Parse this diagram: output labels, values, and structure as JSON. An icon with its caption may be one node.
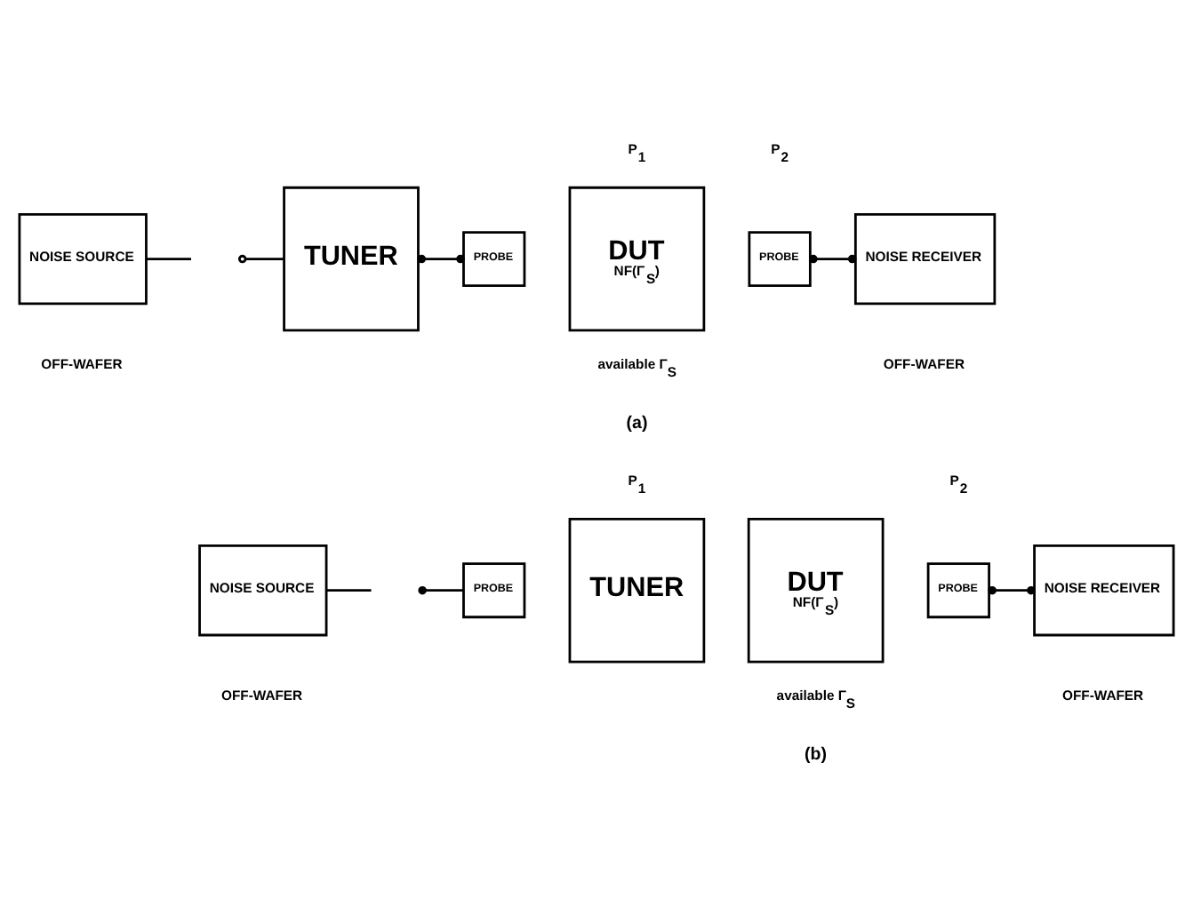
{
  "diagram": {
    "nodes": [
      {
        "text": [
          "NOISE SOURCE"
        ]
      },
      {
        "text": [
          "TUNER"
        ]
      },
      {
        "text": [
          "PROBE"
        ]
      },
      {
        "text": [
          "DUT",
          "NF(Γ$_{S}$)"
        ]
      },
      {
        "text": [
          "PROBE"
        ]
      },
      {
        "text": [
          "NOISE RECEIVER"
        ]
      },
      {
        "text": [
          "NOISE SOURCE"
        ]
      },
      {
        "text": [
          "PROBE"
        ]
      },
      {
        "text": [
          "TUNER"
        ]
      },
      {
        "text": [
          "DUT",
          "NF(Γ$_{S}$)"
        ]
      },
      {
        "text": [
          "PROBE"
        ]
      },
      {
        "text": [
          "NOISE RECEIVER"
        ]
      }
    ],
    "edges": [
      {
        "from": 0,
        "to": null,
        "arrow": "none"
      },
      {
        "from": null,
        "to": 1,
        "arrow": "other"
      },
      {
        "from": 1,
        "to": 2,
        "arrow": "other"
      },
      {
        "from": 4,
        "to": 5,
        "arrow": "other"
      },
      {
        "from": 6,
        "to": null,
        "arrow": "none"
      },
      {
        "from": null,
        "to": 7,
        "arrow": "other"
      },
      {
        "from": 10,
        "to": 11,
        "arrow": "other"
      }
    ],
    "labels": [
      "P$_{1}$",
      "P$_{2}$",
      "OFF-WAFER",
      "available Γ$_{S}$",
      "OFF-WAFER",
      "(a)",
      "P$_{1}$",
      "P$_{2}$",
      "OFF-WAFER",
      "available Γ$_{S}$",
      "OFF-WAFER",
      "(b)"
    ]
  }
}
